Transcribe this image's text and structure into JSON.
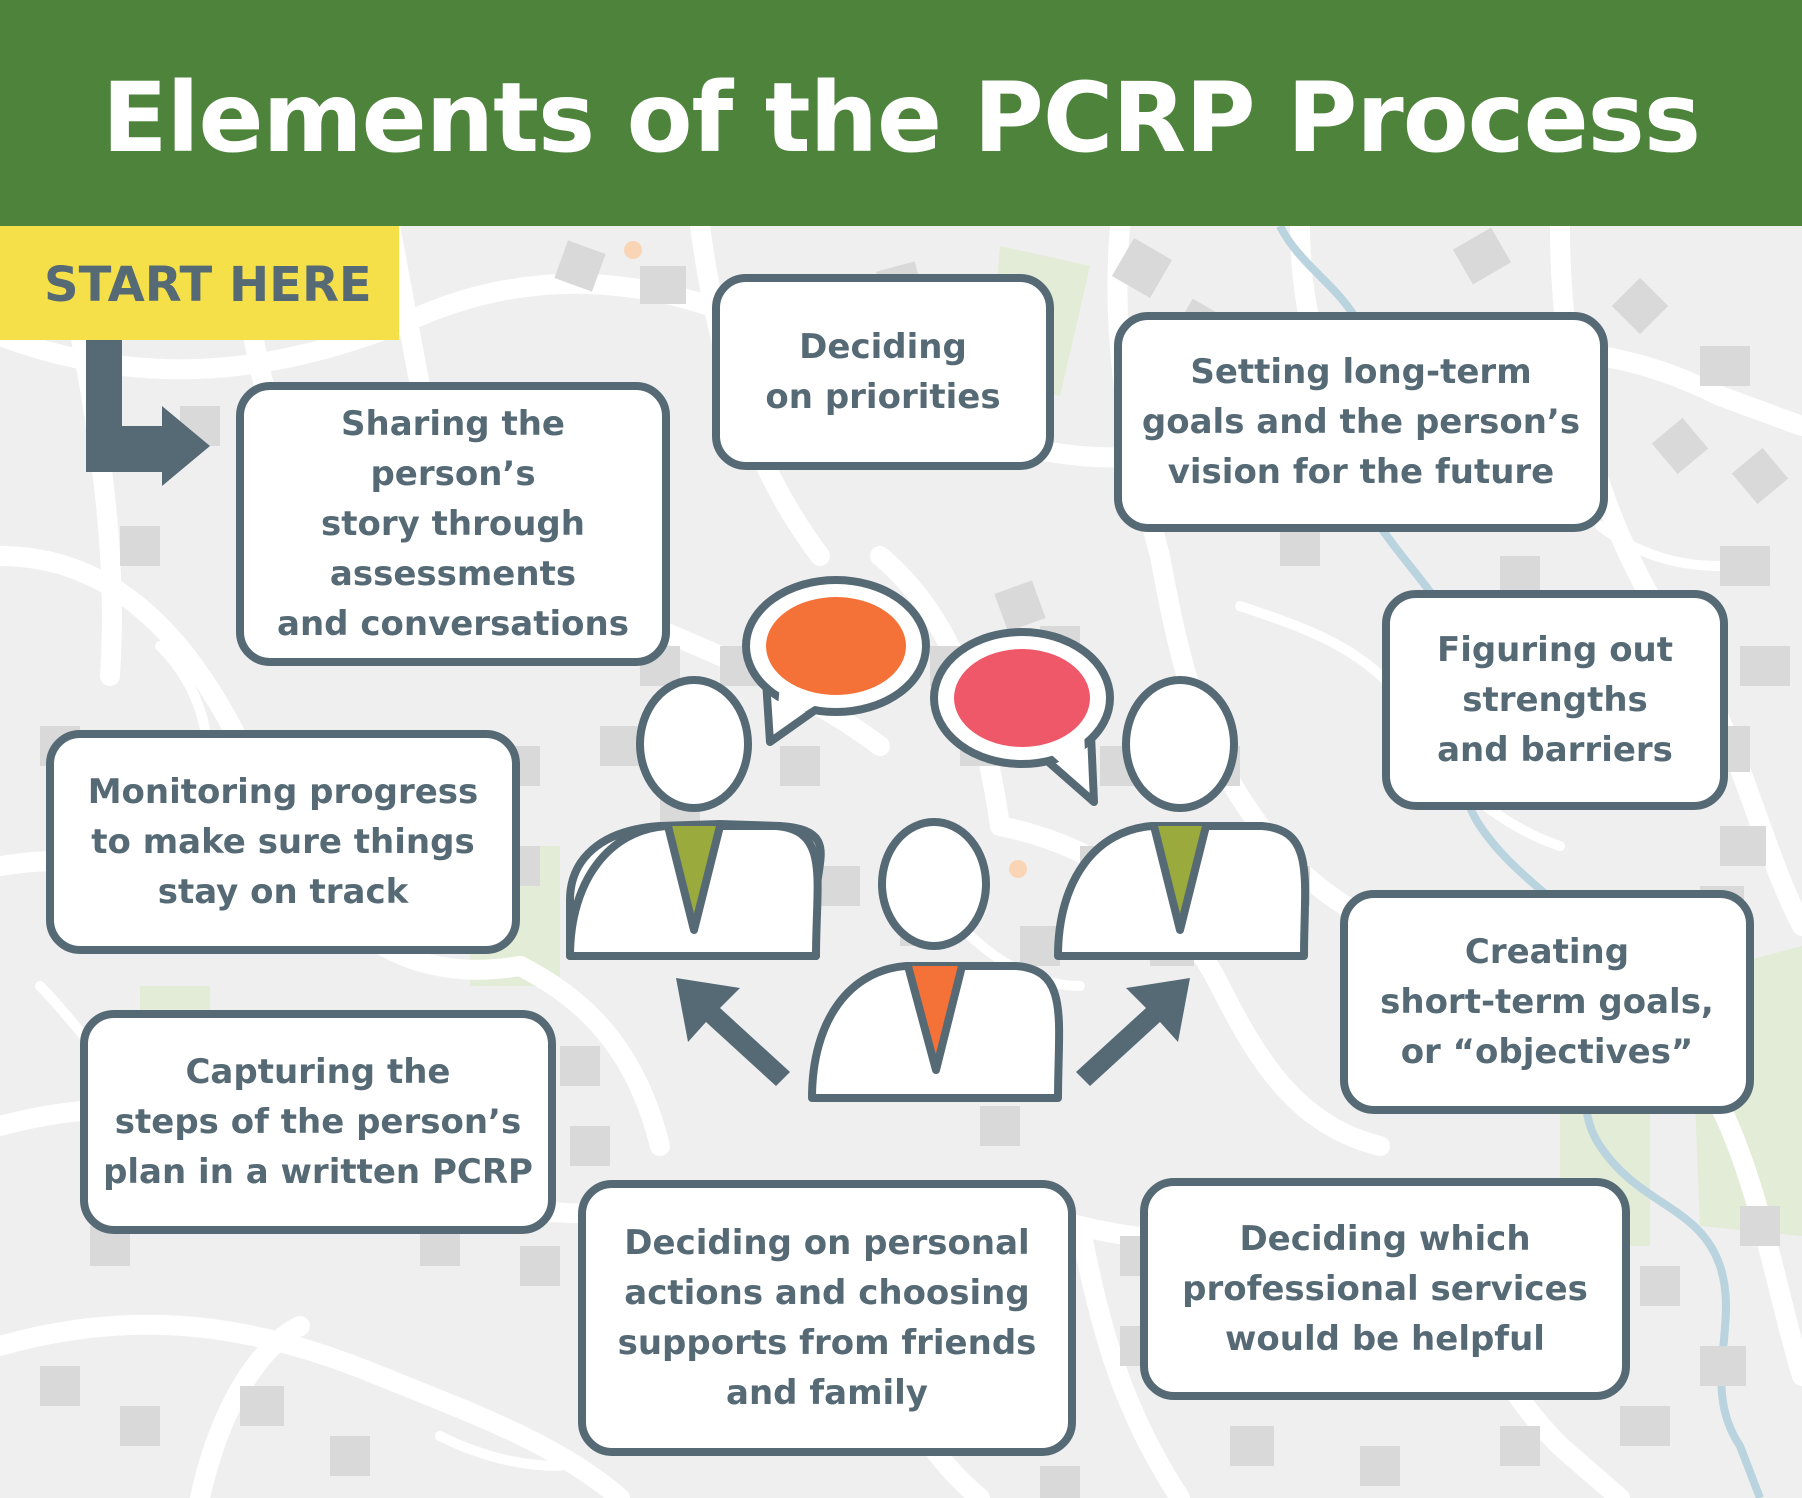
{
  "title": "Elements of the PCRP Process",
  "start_label": "START HERE",
  "colors": {
    "header_green": "#4e833c",
    "start_yellow": "#f5e04a",
    "slate": "#566a75",
    "orange_bubble": "#f47137",
    "pink_bubble": "#ef5868",
    "green_tie": "#9aaa3c",
    "orange_tie": "#f47137",
    "map_background": "#efefef"
  },
  "steps": [
    {
      "id": "story",
      "text": "Sharing the person’s\nstory through\nassessments\nand conversations"
    },
    {
      "id": "priorities",
      "text": "Deciding\non priorities"
    },
    {
      "id": "longterm",
      "text": "Setting long-term\ngoals and the person’s\nvision for the future"
    },
    {
      "id": "strengths",
      "text": "Figuring out\nstrengths\nand barriers"
    },
    {
      "id": "shortterm",
      "text": "Creating\nshort-term goals,\nor “objectives”"
    },
    {
      "id": "services",
      "text": "Deciding which\nprofessional services\nwould be helpful"
    },
    {
      "id": "personal",
      "text": "Deciding on personal\nactions and choosing\nsupports from friends\nand family"
    },
    {
      "id": "written",
      "text": "Capturing the\nsteps of the person’s\nplan in a written PCRP"
    },
    {
      "id": "monitoring",
      "text": "Monitoring progress\nto make sure things\nstay on track"
    }
  ],
  "icons": {
    "start_arrow": "bent-arrow-right-icon",
    "people": "people-conversation-icon",
    "bubble_left": "speech-bubble-orange-icon",
    "bubble_right": "speech-bubble-pink-icon",
    "arrow_left": "arrow-up-left-icon",
    "arrow_right": "arrow-up-right-icon"
  }
}
